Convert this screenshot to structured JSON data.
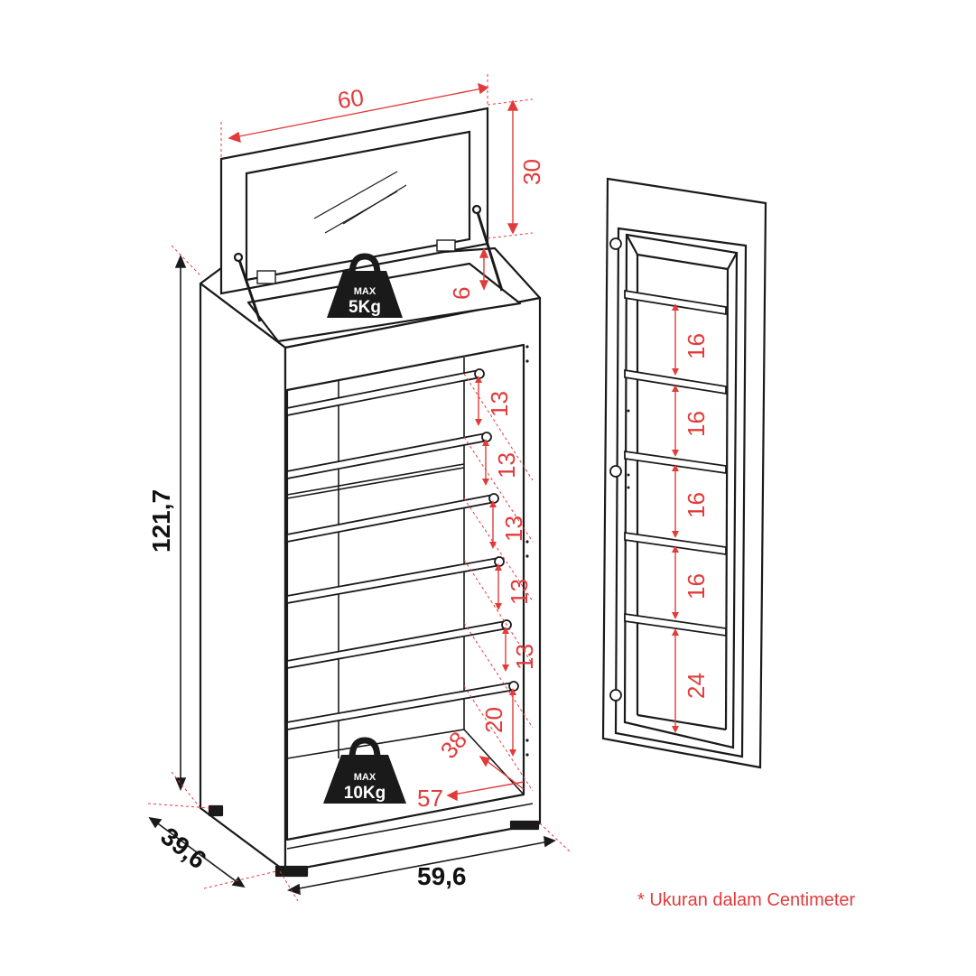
{
  "colors": {
    "dimension": "#e23b3b",
    "outline": "#1a1a1a",
    "weight_fill": "#1a1a1a"
  },
  "dimensions": {
    "mirror_width": "60",
    "mirror_height": "30",
    "lid_depth": "6",
    "total_height": "121,7",
    "depth": "39,6",
    "width": "59,6",
    "rack_gaps": [
      "13",
      "13",
      "13",
      "13",
      "13",
      "20"
    ],
    "bottom_depth": "38",
    "bottom_width": "57"
  },
  "door_shelves": [
    "16",
    "16",
    "16",
    "16",
    "24"
  ],
  "weights": {
    "top": {
      "max_label": "MAX",
      "value": "5Kg",
      "icon": "weight-icon"
    },
    "bottom": {
      "max_label": "MAX",
      "value": "10Kg",
      "icon": "weight-icon"
    }
  },
  "note": "* Ukuran dalam Centimeter"
}
